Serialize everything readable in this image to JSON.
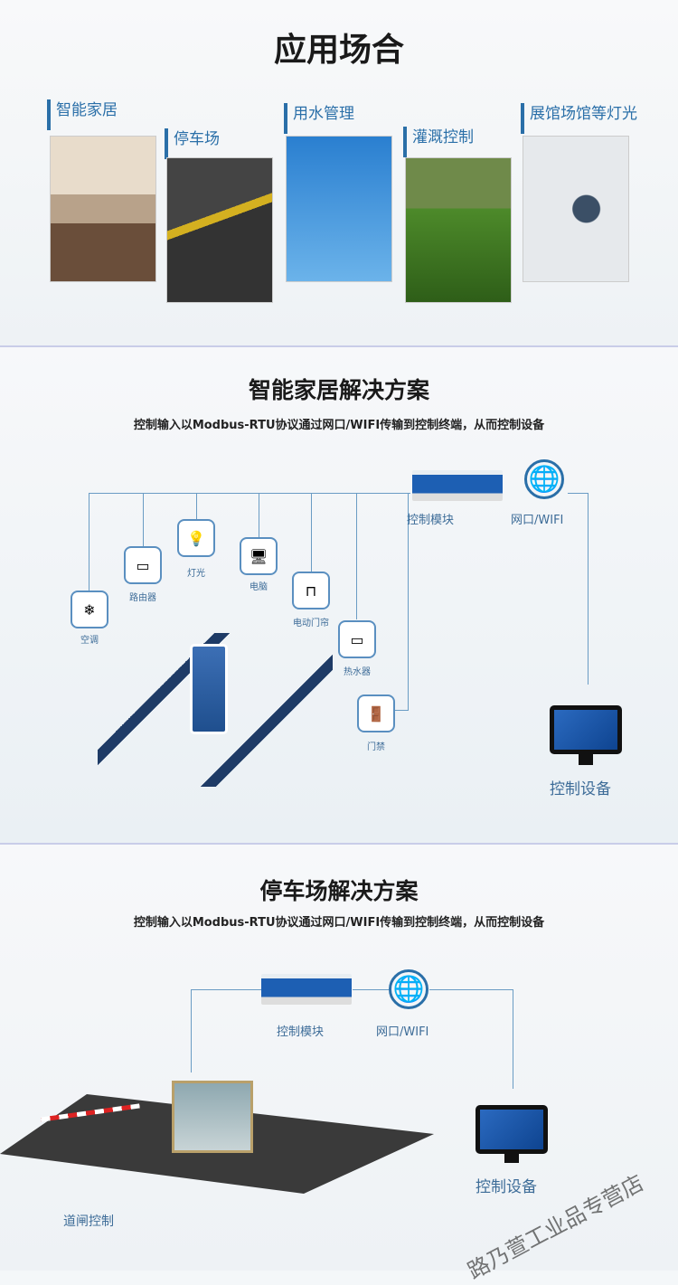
{
  "section1": {
    "title": "应用场合",
    "cards": [
      {
        "label": "智能家居"
      },
      {
        "label": "停车场"
      },
      {
        "label": "用水管理"
      },
      {
        "label": "灌溉控制"
      },
      {
        "label": "展馆场馆等灯光"
      }
    ]
  },
  "section2": {
    "title": "智能家居解决方案",
    "subtitle": "控制输入以Modbus-RTU协议通过网口/WIFI传输到控制终端，从而控制设备",
    "module_label": "控制模块",
    "network_label": "网口/WIFI",
    "terminal_label": "控制设备",
    "devices": [
      {
        "label": "空调"
      },
      {
        "label": "路由器"
      },
      {
        "label": "灯光"
      },
      {
        "label": "电脑"
      },
      {
        "label": "电动门帘"
      },
      {
        "label": "热水器"
      },
      {
        "label": "门禁"
      }
    ]
  },
  "section3": {
    "title": "停车场解决方案",
    "subtitle": "控制输入以Modbus-RTU协议通过网口/WIFI传输到控制终端，从而控制设备",
    "module_label": "控制模块",
    "network_label": "网口/WIFI",
    "terminal_label": "控制设备",
    "gate_label": "道闸控制"
  },
  "watermark": "路乃萱工业品专营店"
}
